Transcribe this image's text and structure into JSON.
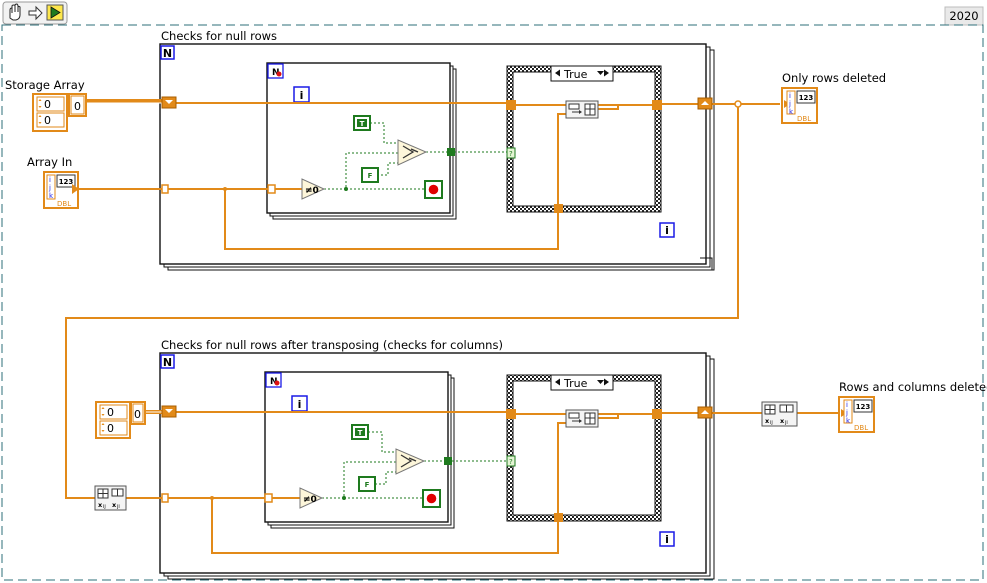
{
  "toolbar": {
    "version": "2020",
    "icons": [
      "hand-icon",
      "arrow-right-icon",
      "run-arrow-icon"
    ]
  },
  "diagram": {
    "top_loop_label": "Checks for null rows",
    "bottom_loop_label": "Checks for null rows after transposing (checks for columns)",
    "storage_array_label": "Storage Array",
    "array_in_label": "Array In",
    "only_rows_label": "Only rows deleted",
    "rows_cols_label": "Rows and columns deleted",
    "index_top_1": "0",
    "index_top_2": "0",
    "index_top_3": "0",
    "index_bot_1": "0",
    "index_bot_2": "0",
    "index_bot_3": "0",
    "case_top": "True",
    "case_bottom": "True",
    "loop_count": "N",
    "iteration": "i",
    "const_true": "T",
    "const_false": "F",
    "not_zero": "≠0",
    "cond_term": "?",
    "dtype": "DBL",
    "numeric_glyph": "123"
  },
  "colors": {
    "orange_wire": "#e28a19",
    "green_wire": "#1e7a1e",
    "loop_border": "#111111",
    "label_blue": "#1a1ae6",
    "version_bg": "#e9e9e9"
  }
}
